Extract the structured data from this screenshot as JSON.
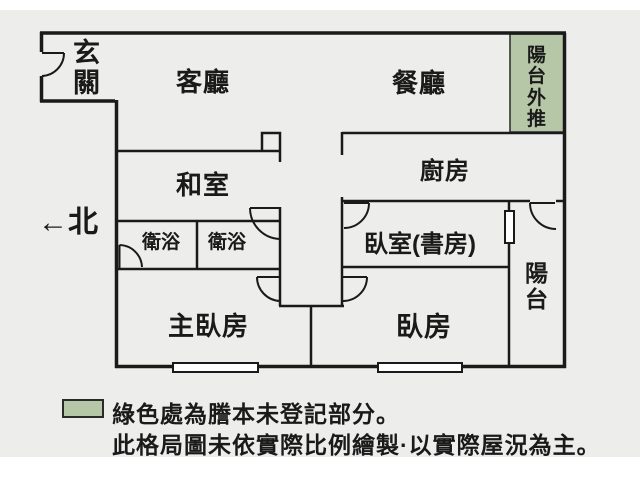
{
  "colors": {
    "background": "#ededeb",
    "page_strip": "#ffffff",
    "wall": "#1a1a1a",
    "green": "#b5c7a7",
    "window_fill": "#ffffff",
    "text": "#1a1a1a"
  },
  "floor_plan": {
    "north_indicator": "←北",
    "rooms": {
      "entry": "玄關",
      "living": "客廳",
      "dining": "餐廳",
      "balcony_pushout": "陽台外推",
      "tatami": "和室",
      "kitchen": "廚房",
      "bath_left": "衛浴",
      "bath_right": "衛浴",
      "bedroom_study": "臥室(書房)",
      "balcony": "陽台",
      "master_bedroom": "主臥房",
      "bedroom": "臥房"
    }
  },
  "legend": {
    "swatch_meaning": "green-unregistered-area",
    "line1": "綠色處為謄本未登記部分。",
    "line2": "此格局圖未依實際比例繪製·以實際屋況為主。"
  }
}
